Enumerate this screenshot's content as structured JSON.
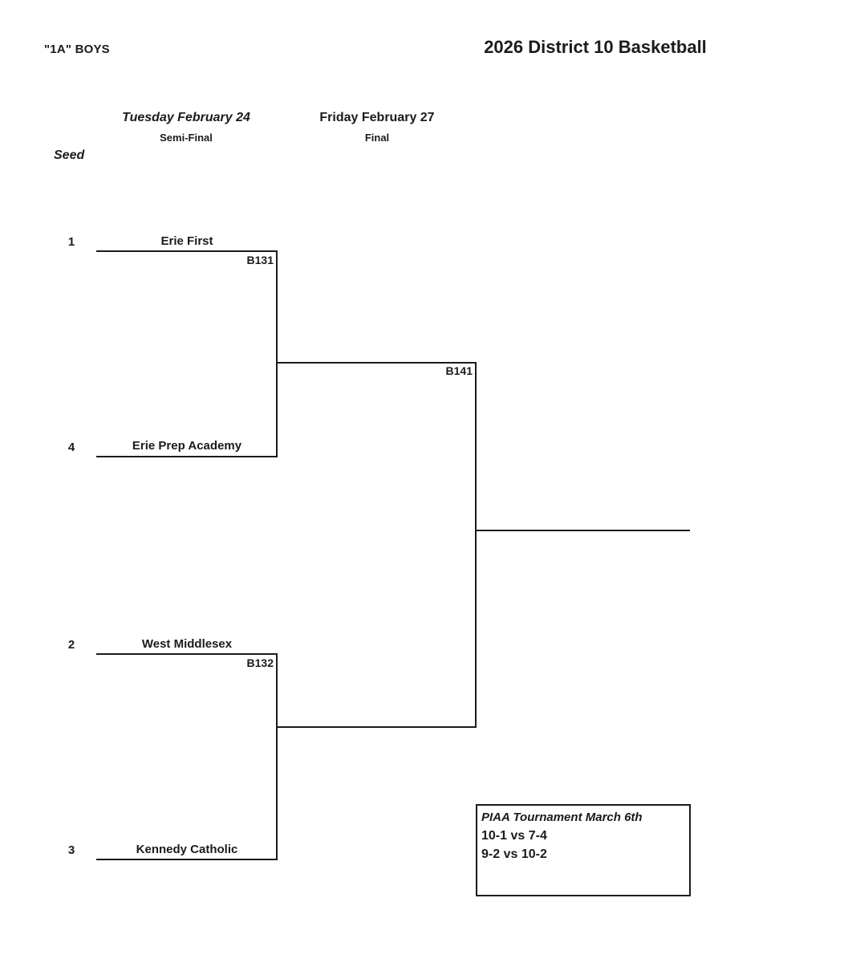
{
  "page": {
    "classification": "\"1A\" BOYS",
    "title": "2026 District 10 Basketball",
    "seed_column_label": "Seed"
  },
  "rounds": [
    {
      "date": "Tuesday February 24",
      "name": "Semi-Final"
    },
    {
      "date": "Friday February 27",
      "name": "Final"
    }
  ],
  "bracket": {
    "semifinals": [
      {
        "code": "B131",
        "top_seed": "1",
        "top_team": "Erie First",
        "bottom_seed": "4",
        "bottom_team": "Erie Prep Academy"
      },
      {
        "code": "B132",
        "top_seed": "2",
        "top_team": "West Middlesex",
        "bottom_seed": "3",
        "bottom_team": "Kennedy Catholic"
      }
    ],
    "final": {
      "code": "B141"
    }
  },
  "piaa_box": {
    "title": "PIAA Tournament March 6th",
    "matchups": [
      "10-1 vs 7-4",
      "9-2 vs 10-2"
    ]
  },
  "colors": {
    "ink": "#1b1b1b",
    "background": "#ffffff"
  }
}
